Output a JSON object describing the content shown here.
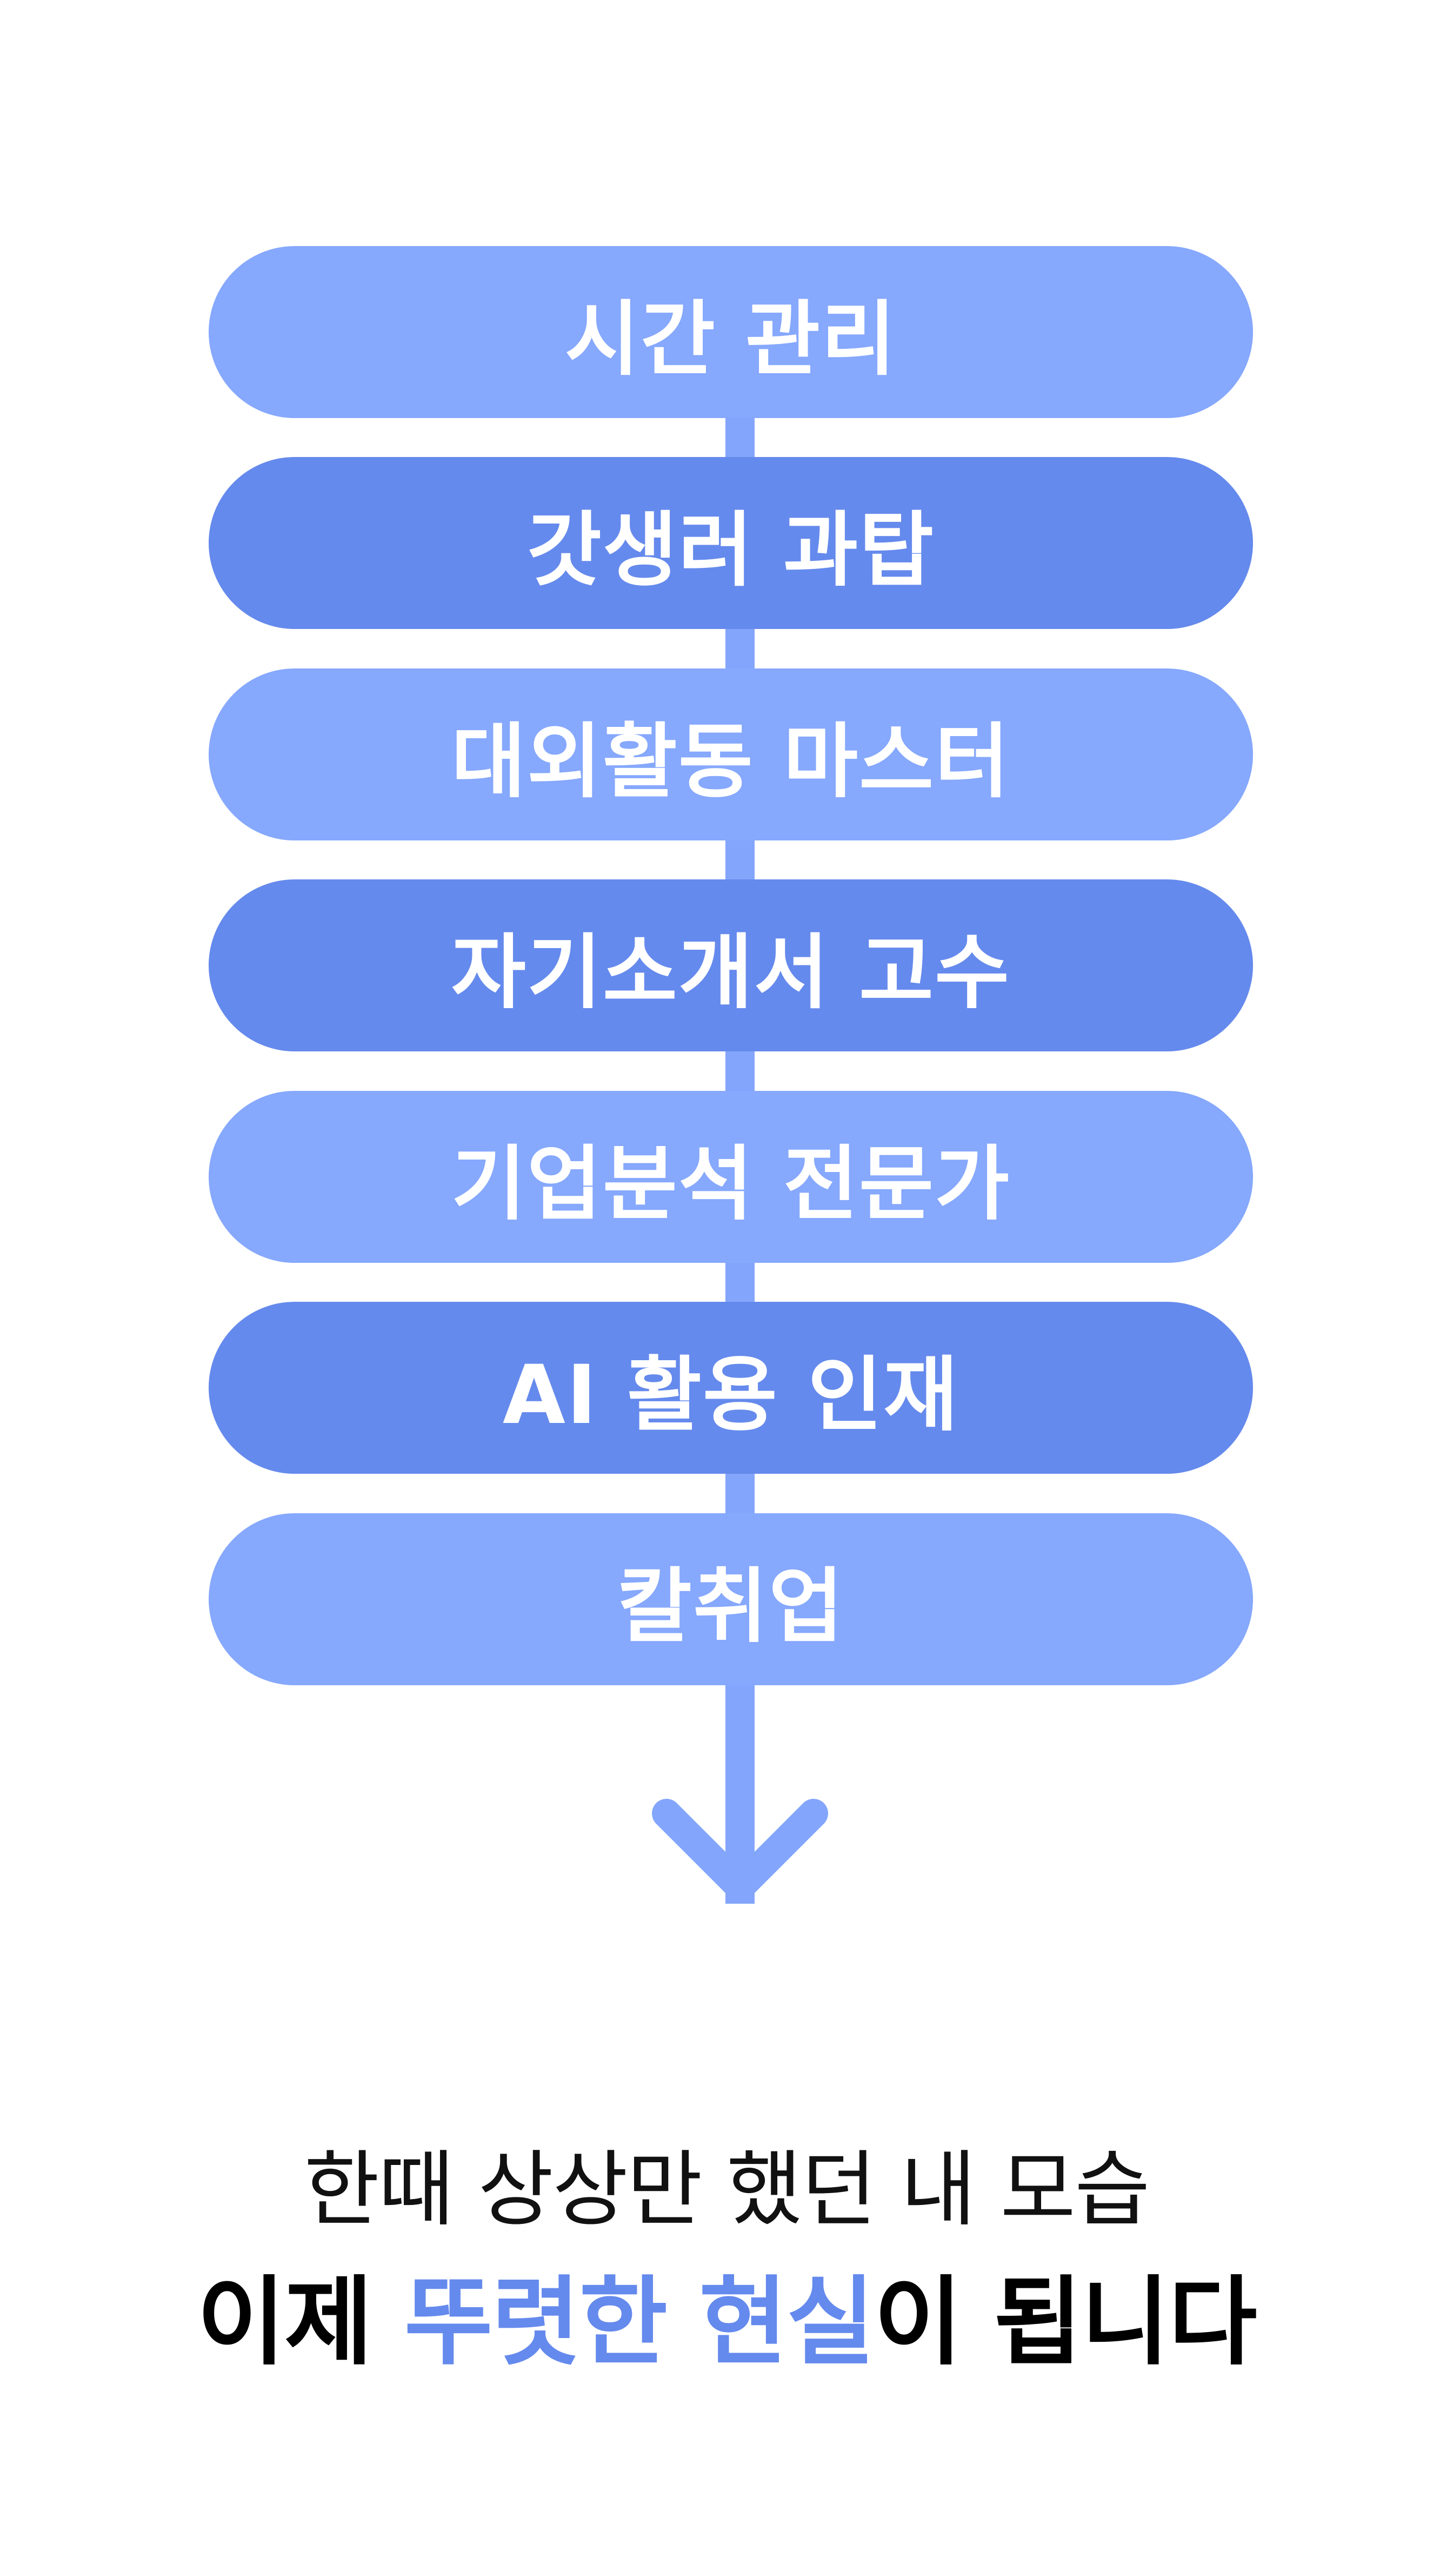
{
  "steps": [
    {
      "label": "시간 관리"
    },
    {
      "label": "갓생러 과탑"
    },
    {
      "label": "대외활동 마스터"
    },
    {
      "label": "자기소개서 고수"
    },
    {
      "label": "기업분석 전문가"
    },
    {
      "label": "AI 활용 인재"
    },
    {
      "label": "칼취업"
    }
  ],
  "arrow_icon": "arrow-down-icon",
  "caption": {
    "line1": "한때 상상만 했던 내 모습",
    "line2_prefix": "이제 ",
    "line2_highlight": "뚜렷한 현실",
    "line2_suffix": "이 됩니다"
  },
  "colors": {
    "pill_light": "#86a8fd",
    "pill_dark": "#658aed",
    "spine": "#83a6fc",
    "accent": "#658aed",
    "text_dark": "#000000"
  }
}
